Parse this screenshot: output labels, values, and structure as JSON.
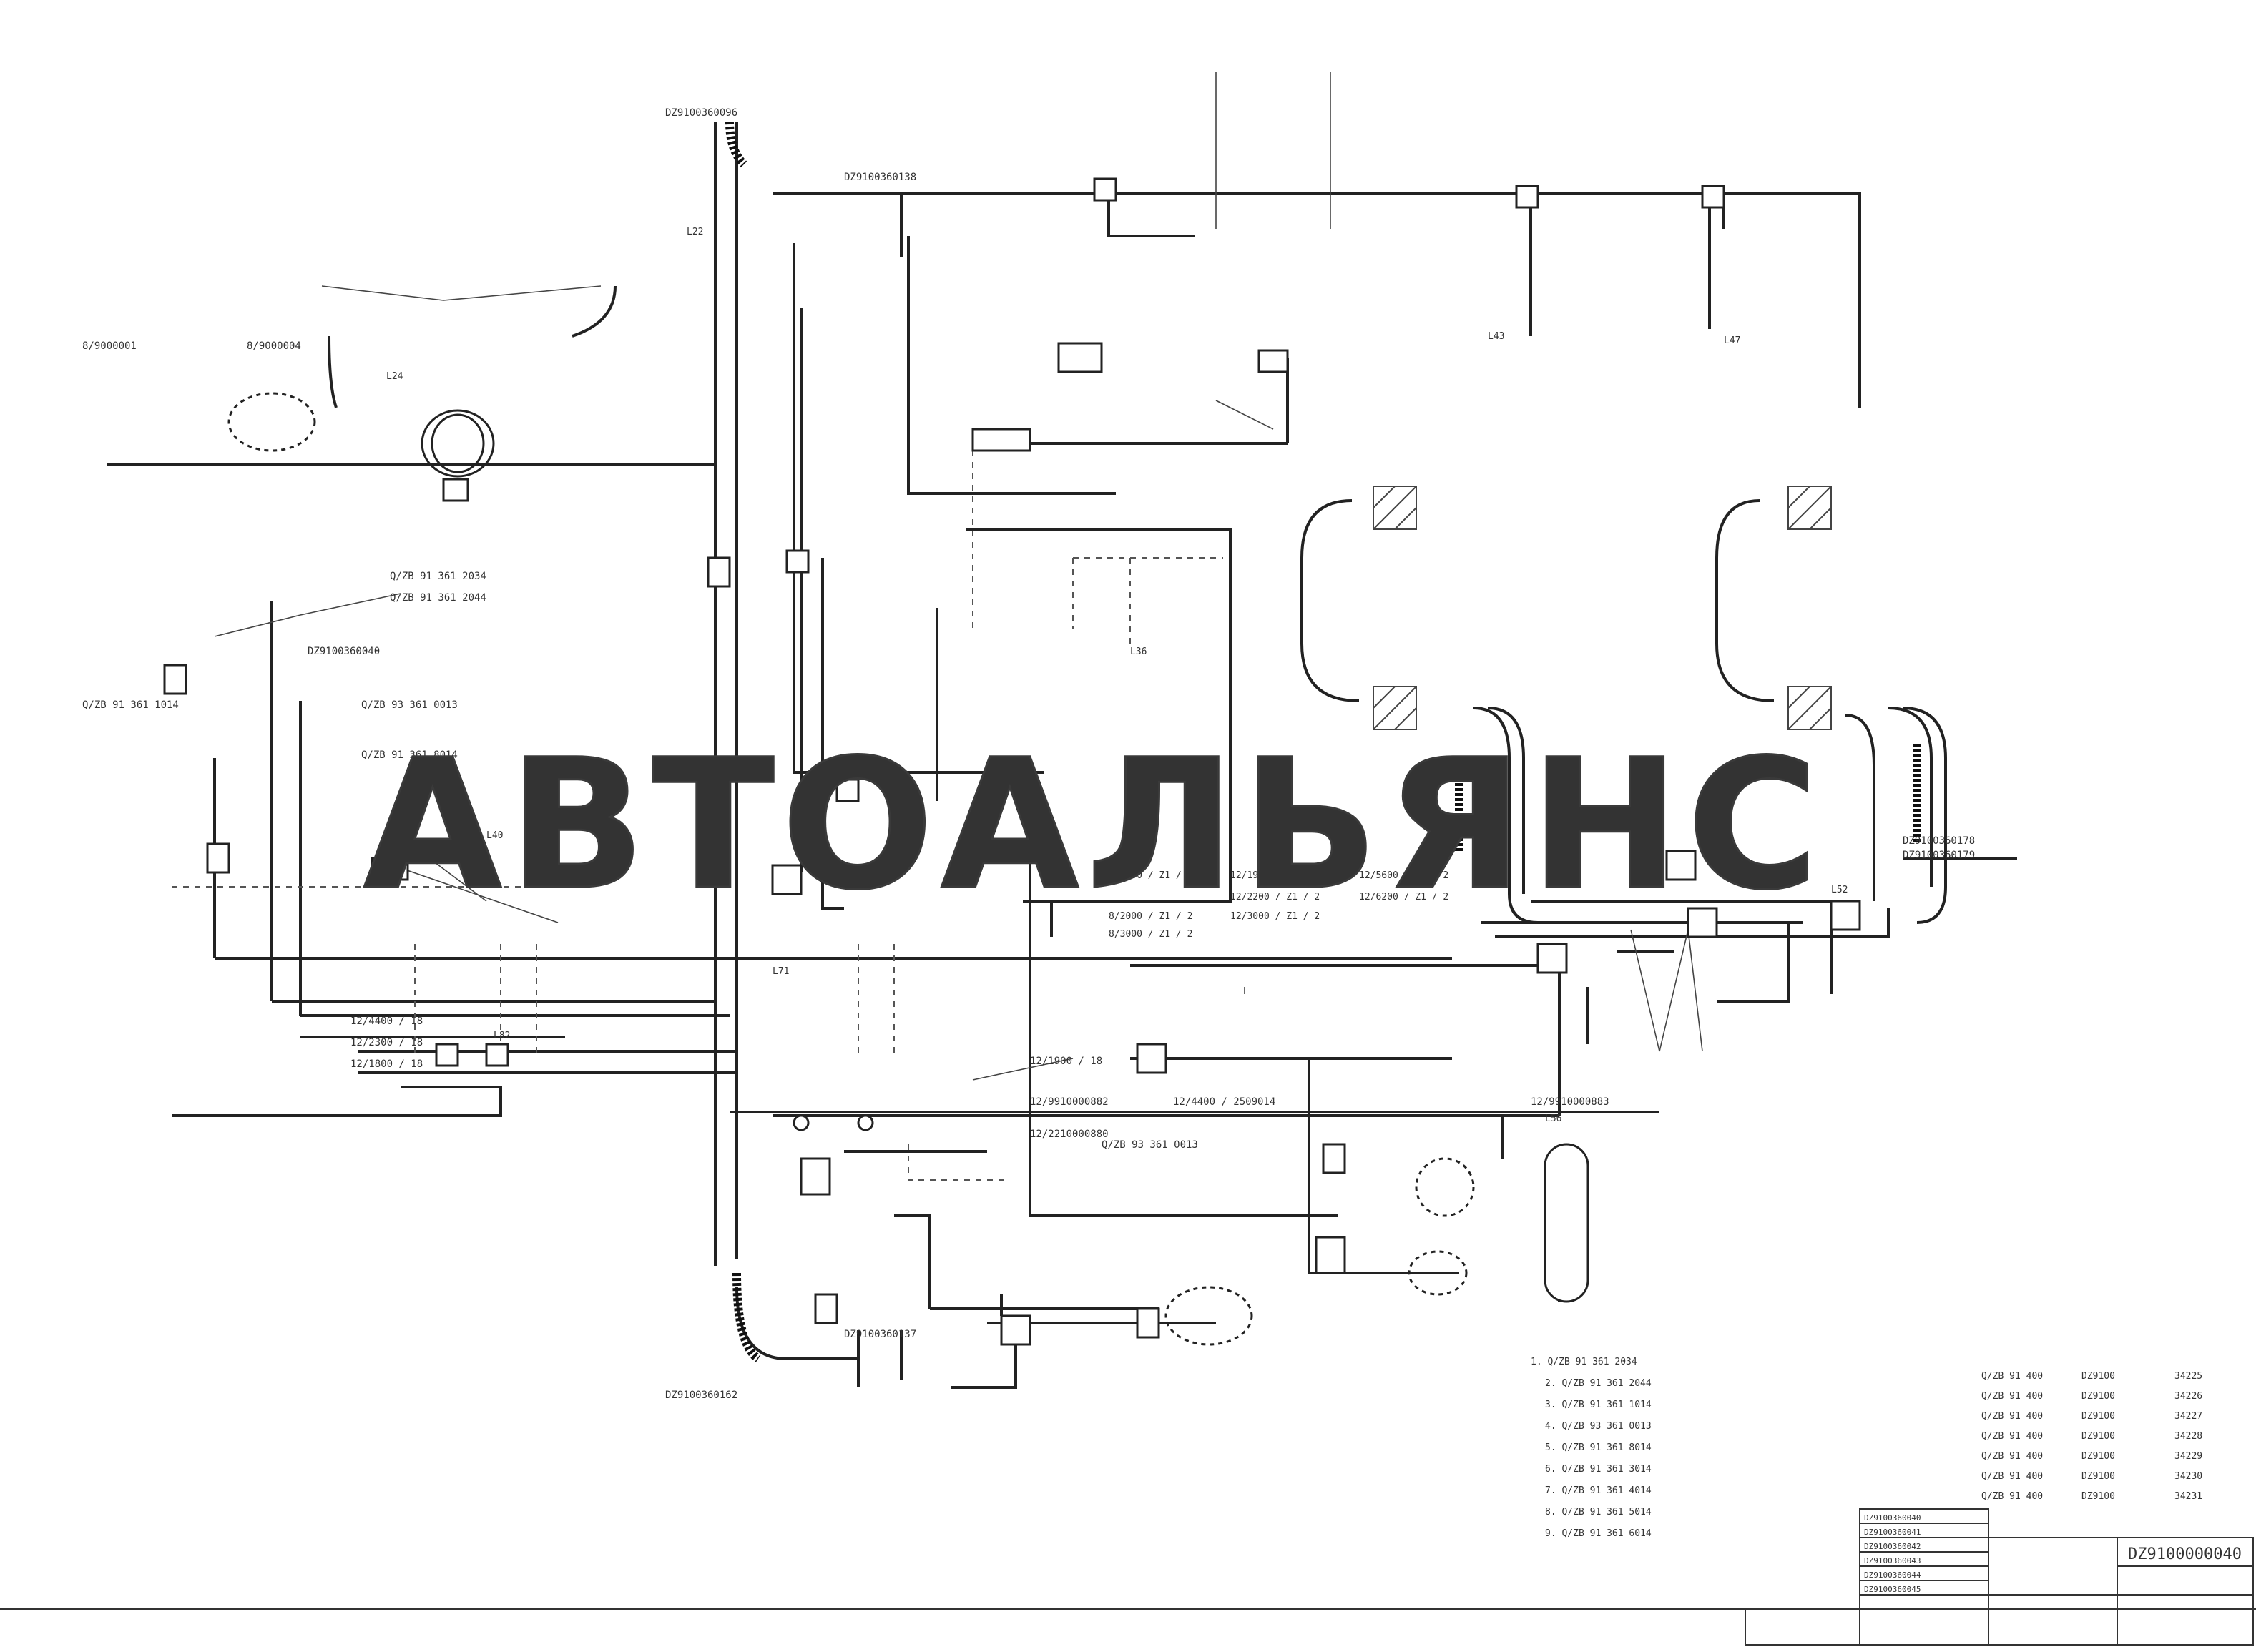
{
  "drawing": {
    "drawing_number": "DZ9100000040",
    "watermark": "АВТОАЛЬЯНС"
  },
  "labels": {
    "top_pn_1": "DZ9100360096",
    "top_pn_2": "DZ9100360138",
    "bot_pn_1": "DZ9100360162",
    "bot_pn_2": "DZ9100360137",
    "left_pn_1": "8/9000001",
    "left_pn_2": "8/9000004",
    "pn_a": "Q/ZB 91 361 2034",
    "pn_b": "Q/ZB 91 361 2044",
    "pn_c": "Q/ZB 91 361 1014",
    "pn_d": "Q/ZB 93 361 0013",
    "pn_e": "Q/ZB 91 361 8014",
    "pn_f": "DZ9100360040",
    "pn_g": "Q/ZB 93 361 0013",
    "tube_1": "12/4400 / 18",
    "tube_2": "12/2300 / 18",
    "tube_3": "12/1800 / 18",
    "tube_4": "12/1900 / 18",
    "tube_5": "12/4400 / 2509014",
    "tube_6": "12/9910000882",
    "tube_7": "12/9910000883",
    "tube_8": "12/2210000880",
    "right_pn_1": "DZ9100360178",
    "right_pn_2": "DZ9100360179",
    "l_marks": [
      "L22",
      "L24",
      "L36",
      "L40",
      "L43",
      "L47",
      "L52",
      "L56",
      "L71",
      "L82"
    ],
    "tube_list": [
      "8/1000 / Z1 / 2",
      "8/2000 / Z1 / 2",
      "8/3000 / Z1 / 2",
      "12/1900 / Z1 / 2",
      "12/2200 / Z1 / 2",
      "12/3000 / Z1 / 2",
      "12/5600 / Z1 / 2",
      "12/6200 / Z1 / 2"
    ],
    "right_table": [
      [
        "Q/ZB 91 400",
        "DZ9100",
        "34225"
      ],
      [
        "Q/ZB 91 400",
        "DZ9100",
        "34226"
      ],
      [
        "Q/ZB 91 400",
        "DZ9100",
        "34227"
      ],
      [
        "Q/ZB 91 400",
        "DZ9100",
        "34228"
      ],
      [
        "Q/ZB 91 400",
        "DZ9100",
        "34229"
      ],
      [
        "Q/ZB 91 400",
        "DZ9100",
        "34230"
      ],
      [
        "Q/ZB 91 400",
        "DZ9100",
        "34231"
      ]
    ],
    "notes": [
      "1. Q/ZB 91 361 2034",
      "2. Q/ZB 91 361 2044",
      "3. Q/ZB 91 361 1014",
      "4. Q/ZB 93 361 0013",
      "5. Q/ZB 91 361 8014",
      "6. Q/ZB 91 361 3014",
      "7. Q/ZB 91 361 4014",
      "8. Q/ZB 91 361 5014",
      "9. Q/ZB 91 361 6014"
    ],
    "title_block": [
      "DZ9100360040",
      "DZ9100360041",
      "DZ9100360042",
      "DZ9100360043",
      "DZ9100360044",
      "DZ9100360045"
    ]
  }
}
